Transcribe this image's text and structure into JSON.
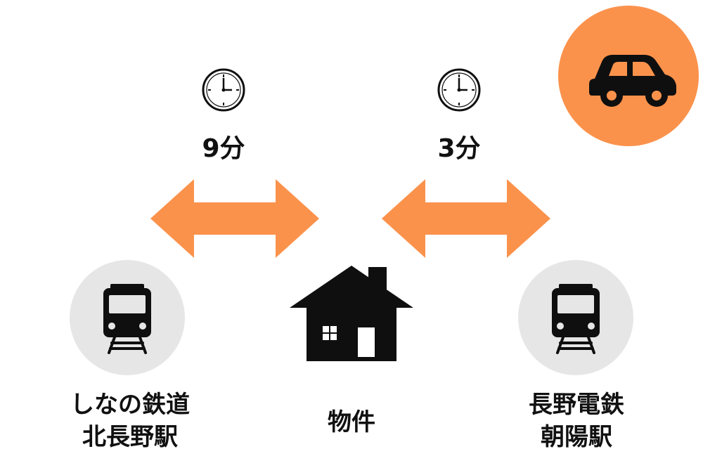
{
  "colors": {
    "accent": "#FB924C",
    "icon": "#0F0F0F",
    "station_circle": "#E6E6E6",
    "background": "#FFFFFF"
  },
  "mode_icon": "car-icon",
  "routes": [
    {
      "time": "9分",
      "icon": "clock-icon",
      "arrow": "double-arrow-icon"
    },
    {
      "time": "3分",
      "icon": "clock-icon",
      "arrow": "double-arrow-icon"
    }
  ],
  "stations": [
    {
      "icon": "train-icon",
      "line1": "しなの鉄道",
      "line2": "北長野駅"
    },
    {
      "icon": "train-icon",
      "line1": "長野電鉄",
      "line2": "朝陽駅"
    }
  ],
  "property": {
    "icon": "house-icon",
    "label": "物件"
  }
}
